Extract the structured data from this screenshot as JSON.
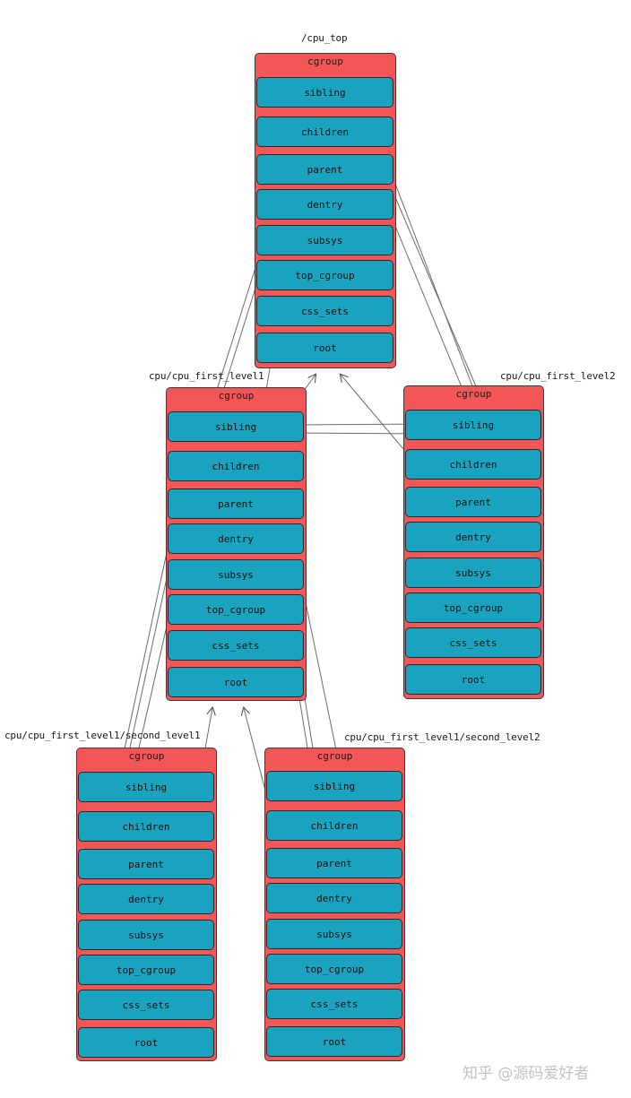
{
  "colors": {
    "box_fill": "#f25656",
    "field_fill": "#1aa3be",
    "stroke": "#2a2a2a",
    "arrow": "#6b6b6b"
  },
  "field_labels": [
    "sibling",
    "children",
    "parent",
    "dentry",
    "subsys",
    "top_cgroup",
    "css_sets",
    "root"
  ],
  "nodes": {
    "cpu_top": {
      "label": "/cpu_top",
      "title": "cgroup",
      "fields": [
        "sibling",
        "children",
        "parent",
        "dentry",
        "subsys",
        "top_cgroup",
        "css_sets",
        "root"
      ]
    },
    "first_level1": {
      "label": "cpu/cpu_first_level1",
      "title": "cgroup",
      "fields": [
        "sibling",
        "children",
        "parent",
        "dentry",
        "subsys",
        "top_cgroup",
        "css_sets",
        "root"
      ]
    },
    "first_level2": {
      "label": "cpu/cpu_first_level2",
      "title": "cgroup",
      "fields": [
        "sibling",
        "children",
        "parent",
        "dentry",
        "subsys",
        "top_cgroup",
        "css_sets",
        "root"
      ]
    },
    "second_level1": {
      "label": "cpu/cpu_first_level1/second_level1",
      "title": "cgroup",
      "fields": [
        "sibling",
        "children",
        "parent",
        "dentry",
        "subsys",
        "top_cgroup",
        "css_sets",
        "root"
      ]
    },
    "second_level2": {
      "label": "cpu/cpu_first_level1/second_level2",
      "title": "cgroup",
      "fields": [
        "sibling",
        "children",
        "parent",
        "dentry",
        "subsys",
        "top_cgroup",
        "css_sets",
        "root"
      ]
    }
  },
  "watermark": "知乎 @源码爱好者"
}
